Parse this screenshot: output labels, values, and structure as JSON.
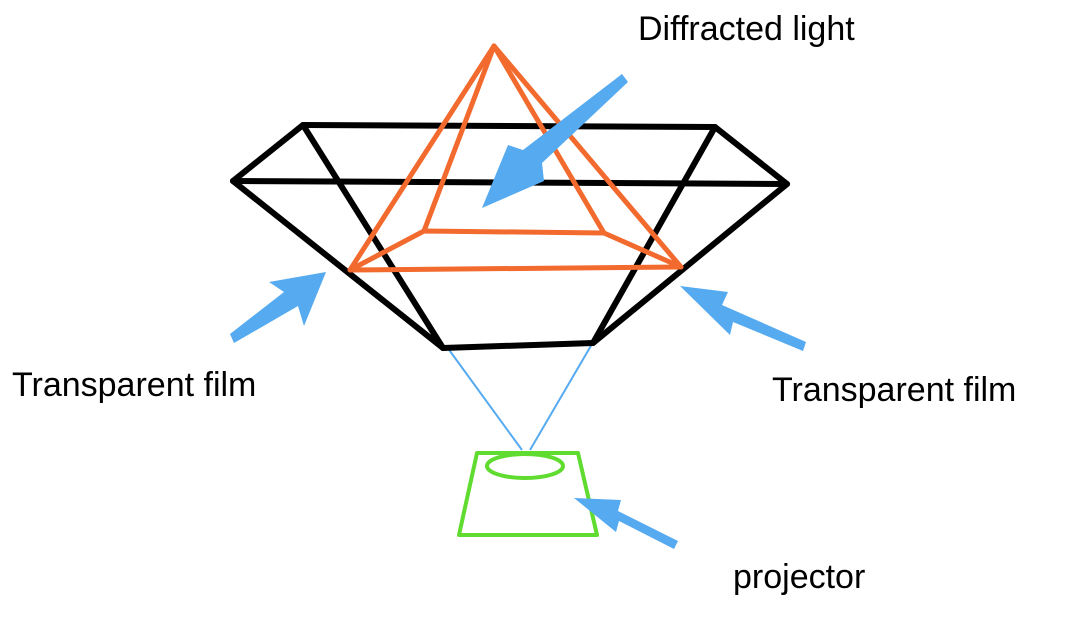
{
  "labels": {
    "diffracted_light": "Diffracted light",
    "transparent_film_left": "Transparent film",
    "transparent_film_right": "Transparent film",
    "projector": "projector"
  },
  "colors": {
    "frame": "#000000",
    "pyramid": "#f26a2d",
    "arrow": "#55aaf0",
    "beam": "#55aaf0",
    "projector": "#5fdc2f",
    "background": "#ffffff"
  },
  "icons": {
    "diffracted_arrow": "arrow-icon",
    "film_left_arrow": "arrow-icon",
    "film_right_arrow": "arrow-icon",
    "projector_arrow": "arrow-icon"
  }
}
